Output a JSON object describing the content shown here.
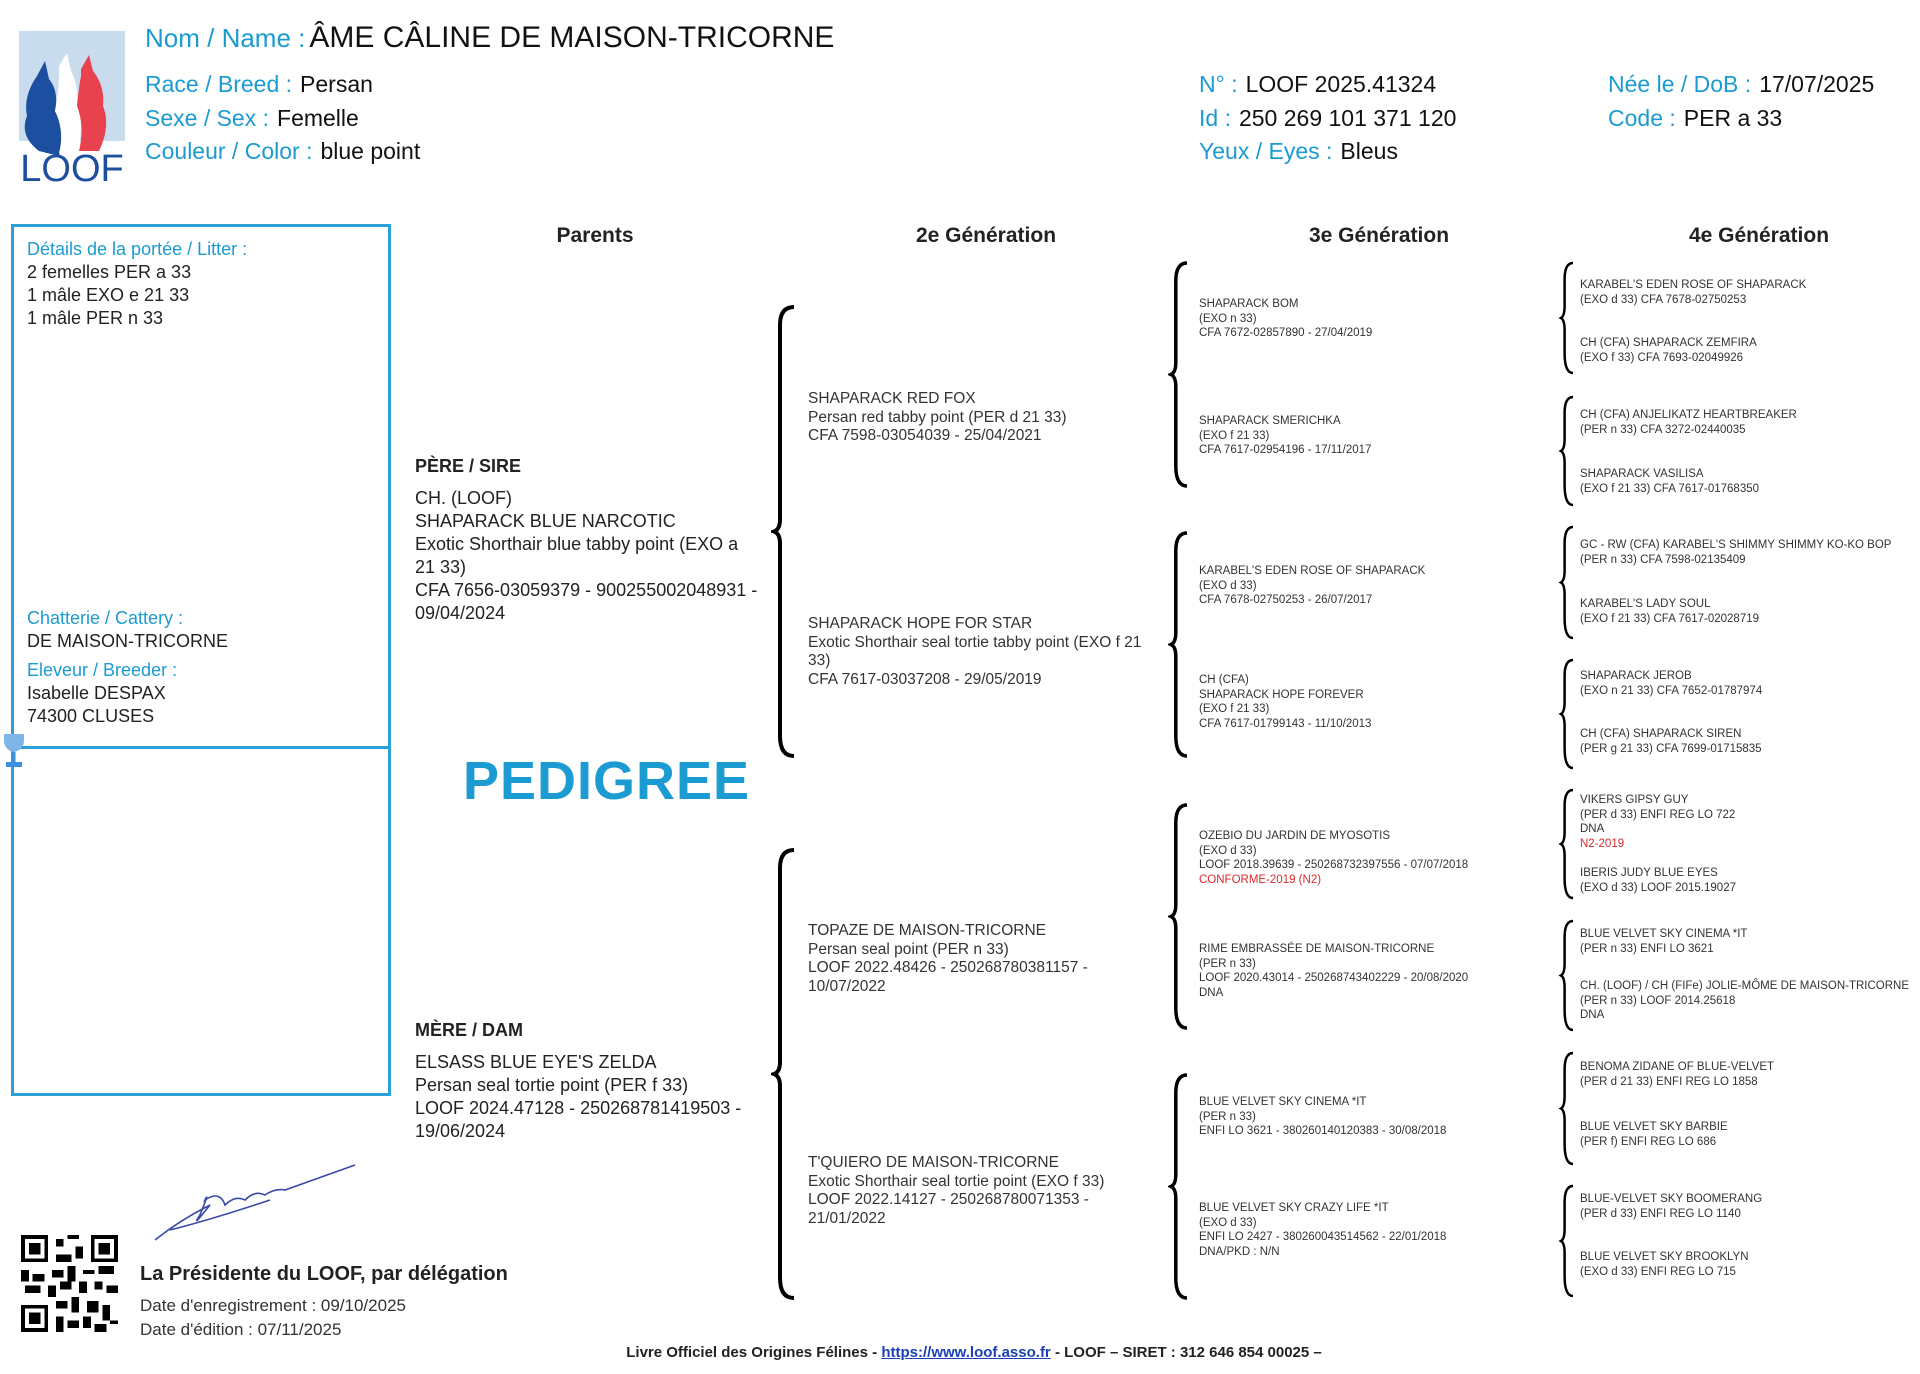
{
  "logo": {
    "text": "LOOF",
    "colors": {
      "blue": "#1d4fa0",
      "red": "#e8424f",
      "bg": "#c9dcee"
    }
  },
  "header": {
    "name_label": "Nom / Name :",
    "name": "ÂME CÂLINE DE MAISON-TRICORNE",
    "breed_label": "Race / Breed :",
    "breed": "Persan",
    "sex_label": "Sexe / Sex :",
    "sex": "Femelle",
    "color_label": "Couleur / Color :",
    "color": "blue point",
    "number_label": "N° :",
    "number": "LOOF 2025.41324",
    "id_label": "Id :",
    "id": "250 269 101 371 120",
    "eyes_label": "Yeux / Eyes :",
    "eyes": "Bleus",
    "dob_label": "Née le / DoB :",
    "dob": "17/07/2025",
    "code_label": "Code :",
    "code": "PER a 33"
  },
  "litter": {
    "label": "Détails de la portée / Litter :",
    "lines": [
      "2 femelles PER a 33",
      "1 mâle EXO e 21 33",
      "1 mâle PER n 33"
    ],
    "cattery_label": "Chatterie / Cattery :",
    "cattery": "DE MAISON-TRICORNE",
    "breeder_label": "Eleveur / Breeder :",
    "breeder": [
      "Isabelle DESPAX",
      "74300 CLUSES"
    ]
  },
  "columns": {
    "parents": "Parents",
    "gen2": "2e Génération",
    "gen3": "3e Génération",
    "gen4": "4e Génération"
  },
  "title": "PEDIGREE",
  "sire": {
    "title": "PÈRE / SIRE",
    "lines": [
      "CH. (LOOF)",
      "SHAPARACK BLUE NARCOTIC",
      "Exotic Shorthair  blue tabby point  (EXO a 21 33)",
      "CFA 7656-03059379 - 900255002048931 - 09/04/2024"
    ]
  },
  "dam": {
    "title": "MÈRE / DAM",
    "lines": [
      "ELSASS BLUE EYE'S ZELDA",
      "Persan  seal tortie point  (PER f 33)",
      "LOOF 2024.47128 - 250268781419503 - 19/06/2024"
    ]
  },
  "gen2": [
    {
      "lines": [
        "SHAPARACK RED FOX",
        "Persan  red tabby point  (PER d 21 33)",
        "CFA 7598-03054039 - 25/04/2021"
      ]
    },
    {
      "lines": [
        "SHAPARACK HOPE FOR STAR",
        "Exotic Shorthair  seal tortie tabby point  (EXO f 21 33)",
        "CFA 7617-03037208 - 29/05/2019"
      ]
    },
    {
      "lines": [
        "TOPAZE DE MAISON-TRICORNE",
        "Persan  seal point  (PER n 33)",
        "LOOF 2022.48426 - 250268780381157 - 10/07/2022"
      ]
    },
    {
      "lines": [
        "T'QUIERO DE MAISON-TRICORNE",
        "Exotic Shorthair  seal tortie point  (EXO f 33)",
        "LOOF 2022.14127 - 250268780071353 - 21/01/2022"
      ]
    }
  ],
  "gen3": [
    {
      "lines": [
        "SHAPARACK BOM",
        "(EXO n 33)",
        "CFA 7672-02857890 - 27/04/2019"
      ]
    },
    {
      "lines": [
        "SHAPARACK SMERICHKA",
        "(EXO f 21 33)",
        "CFA 7617-02954196 - 17/11/2017"
      ]
    },
    {
      "lines": [
        "KARABEL'S EDEN ROSE OF SHAPARACK",
        "(EXO d 33)",
        "CFA 7678-02750253 - 26/07/2017"
      ]
    },
    {
      "lines": [
        "CH (CFA)",
        "SHAPARACK HOPE FOREVER",
        "(EXO f 21 33)",
        "CFA 7617-01799143 - 11/10/2013"
      ]
    },
    {
      "lines": [
        "OZEBIO DU JARDIN DE MYOSOTIS",
        "(EXO d 33)",
        "LOOF 2018.39639 - 250268732397556 - 07/07/2018"
      ],
      "note": "CONFORME-2019 (N2)"
    },
    {
      "lines": [
        "RIME EMBRASSÉE DE MAISON-TRICORNE",
        "(PER n 33)",
        "LOOF 2020.43014 - 250268743402229 - 20/08/2020",
        "DNA"
      ]
    },
    {
      "lines": [
        "BLUE VELVET SKY CINEMA *IT",
        "(PER n 33)",
        "ENFI LO 3621 - 380260140120383 - 30/08/2018"
      ]
    },
    {
      "lines": [
        "BLUE VELVET SKY CRAZY LIFE *IT",
        "(EXO d 33)",
        "ENFI LO 2427 - 380260043514562 - 22/01/2018",
        "DNA/PKD : N/N"
      ]
    }
  ],
  "gen4": [
    {
      "lines": [
        "KARABEL'S EDEN ROSE OF SHAPARACK",
        "(EXO d 33)  CFA 7678-02750253"
      ]
    },
    {
      "lines": [
        "CH (CFA) SHAPARACK ZEMFIRA",
        "(EXO f 33)  CFA 7693-02049926"
      ]
    },
    {
      "lines": [
        "CH (CFA) ANJELIKATZ HEARTBREAKER",
        "(PER n 33)  CFA 3272-02440035"
      ]
    },
    {
      "lines": [
        "SHAPARACK VASILISA",
        "(EXO f 21 33)  CFA 7617-01768350"
      ]
    },
    {
      "lines": [
        "GC - RW (CFA) KARABEL'S SHIMMY SHIMMY KO-KO BOP",
        "(PER n 33)  CFA 7598-02135409"
      ]
    },
    {
      "lines": [
        "KARABEL'S LADY SOUL",
        "(EXO f 21 33)  CFA 7617-02028719"
      ]
    },
    {
      "lines": [
        "SHAPARACK JEROB",
        "(EXO n 21 33)  CFA 7652-01787974"
      ]
    },
    {
      "lines": [
        "CH (CFA) SHAPARACK SIREN",
        "(PER g 21 33)  CFA 7699-01715835"
      ]
    },
    {
      "lines": [
        "VIKERS GIPSY GUY",
        "(PER d 33)  ENFI REG LO 722",
        "DNA"
      ],
      "note": "N2-2019"
    },
    {
      "lines": [
        "IBERIS JUDY BLUE EYES",
        "(EXO d 33)  LOOF 2015.19027"
      ]
    },
    {
      "lines": [
        "BLUE VELVET SKY CINEMA *IT",
        "(PER n 33)  ENFI LO 3621"
      ]
    },
    {
      "lines": [
        "CH. (LOOF) / CH (FIFe) JOLIE-MÔME DE MAISON-TRICORNE",
        "(PER n 33)  LOOF 2014.25618",
        "DNA"
      ]
    },
    {
      "lines": [
        "BENOMA ZIDANE OF BLUE-VELVET",
        "(PER d 21 33)  ENFI REG LO 1858"
      ]
    },
    {
      "lines": [
        "BLUE VELVET SKY BARBIE",
        "(PER f)  ENFI REG LO 686"
      ]
    },
    {
      "lines": [
        "BLUE-VELVET SKY BOOMERANG",
        "(PER d 33)  ENFI REG LO 1140"
      ]
    },
    {
      "lines": [
        "BLUE VELVET SKY BROOKLYN",
        "(EXO d 33)  ENFI REG LO 715"
      ]
    }
  ],
  "signature": {
    "signer": "La Présidente du LOOF, par délégation",
    "registration": "Date d'enregistrement : 09/10/2025",
    "edition": "Date d'édition : 07/11/2025"
  },
  "footer": {
    "prefix": "Livre Officiel des Origines Félines - ",
    "link": "https://www.loof.asso.fr",
    "suffix": " - LOOF – SIRET : 312 646 854 00025 –"
  },
  "colors": {
    "accent": "#1b9bd1",
    "note": "#d92b2b",
    "link": "#1a3fb8"
  }
}
